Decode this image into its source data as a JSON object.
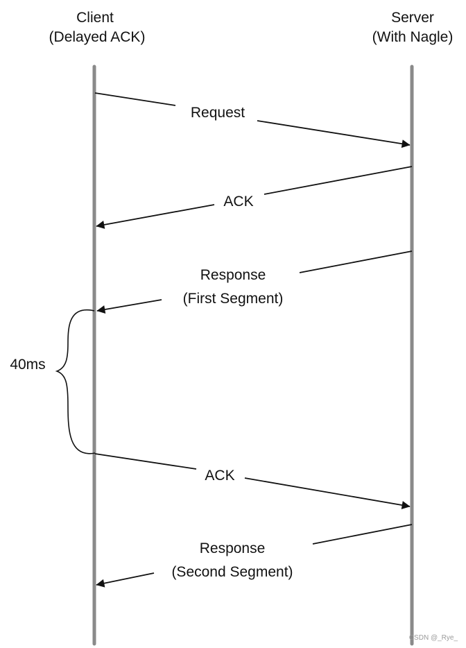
{
  "client": {
    "title": "Client",
    "subtitle": "(Delayed ACK)"
  },
  "server": {
    "title": "Server",
    "subtitle": "(With Nagle)"
  },
  "messages": [
    {
      "id": "request",
      "direction": "client-to-server",
      "lines": [
        "Request"
      ]
    },
    {
      "id": "ack-1",
      "direction": "server-to-client",
      "lines": [
        "ACK"
      ]
    },
    {
      "id": "response-first",
      "direction": "server-to-client",
      "lines": [
        "Response",
        "(First Segment)"
      ]
    },
    {
      "id": "ack-2",
      "direction": "client-to-server",
      "lines": [
        "ACK"
      ]
    },
    {
      "id": "response-second",
      "direction": "server-to-client",
      "lines": [
        "Response",
        "(Second Segment)"
      ]
    }
  ],
  "delay": {
    "label": "40ms"
  },
  "watermark": "CSDN @_Rye_",
  "colors": {
    "lifeline": "#8a8a8a",
    "arrow": "#111111",
    "text": "#111111",
    "watermark": "#9a9a9a"
  }
}
